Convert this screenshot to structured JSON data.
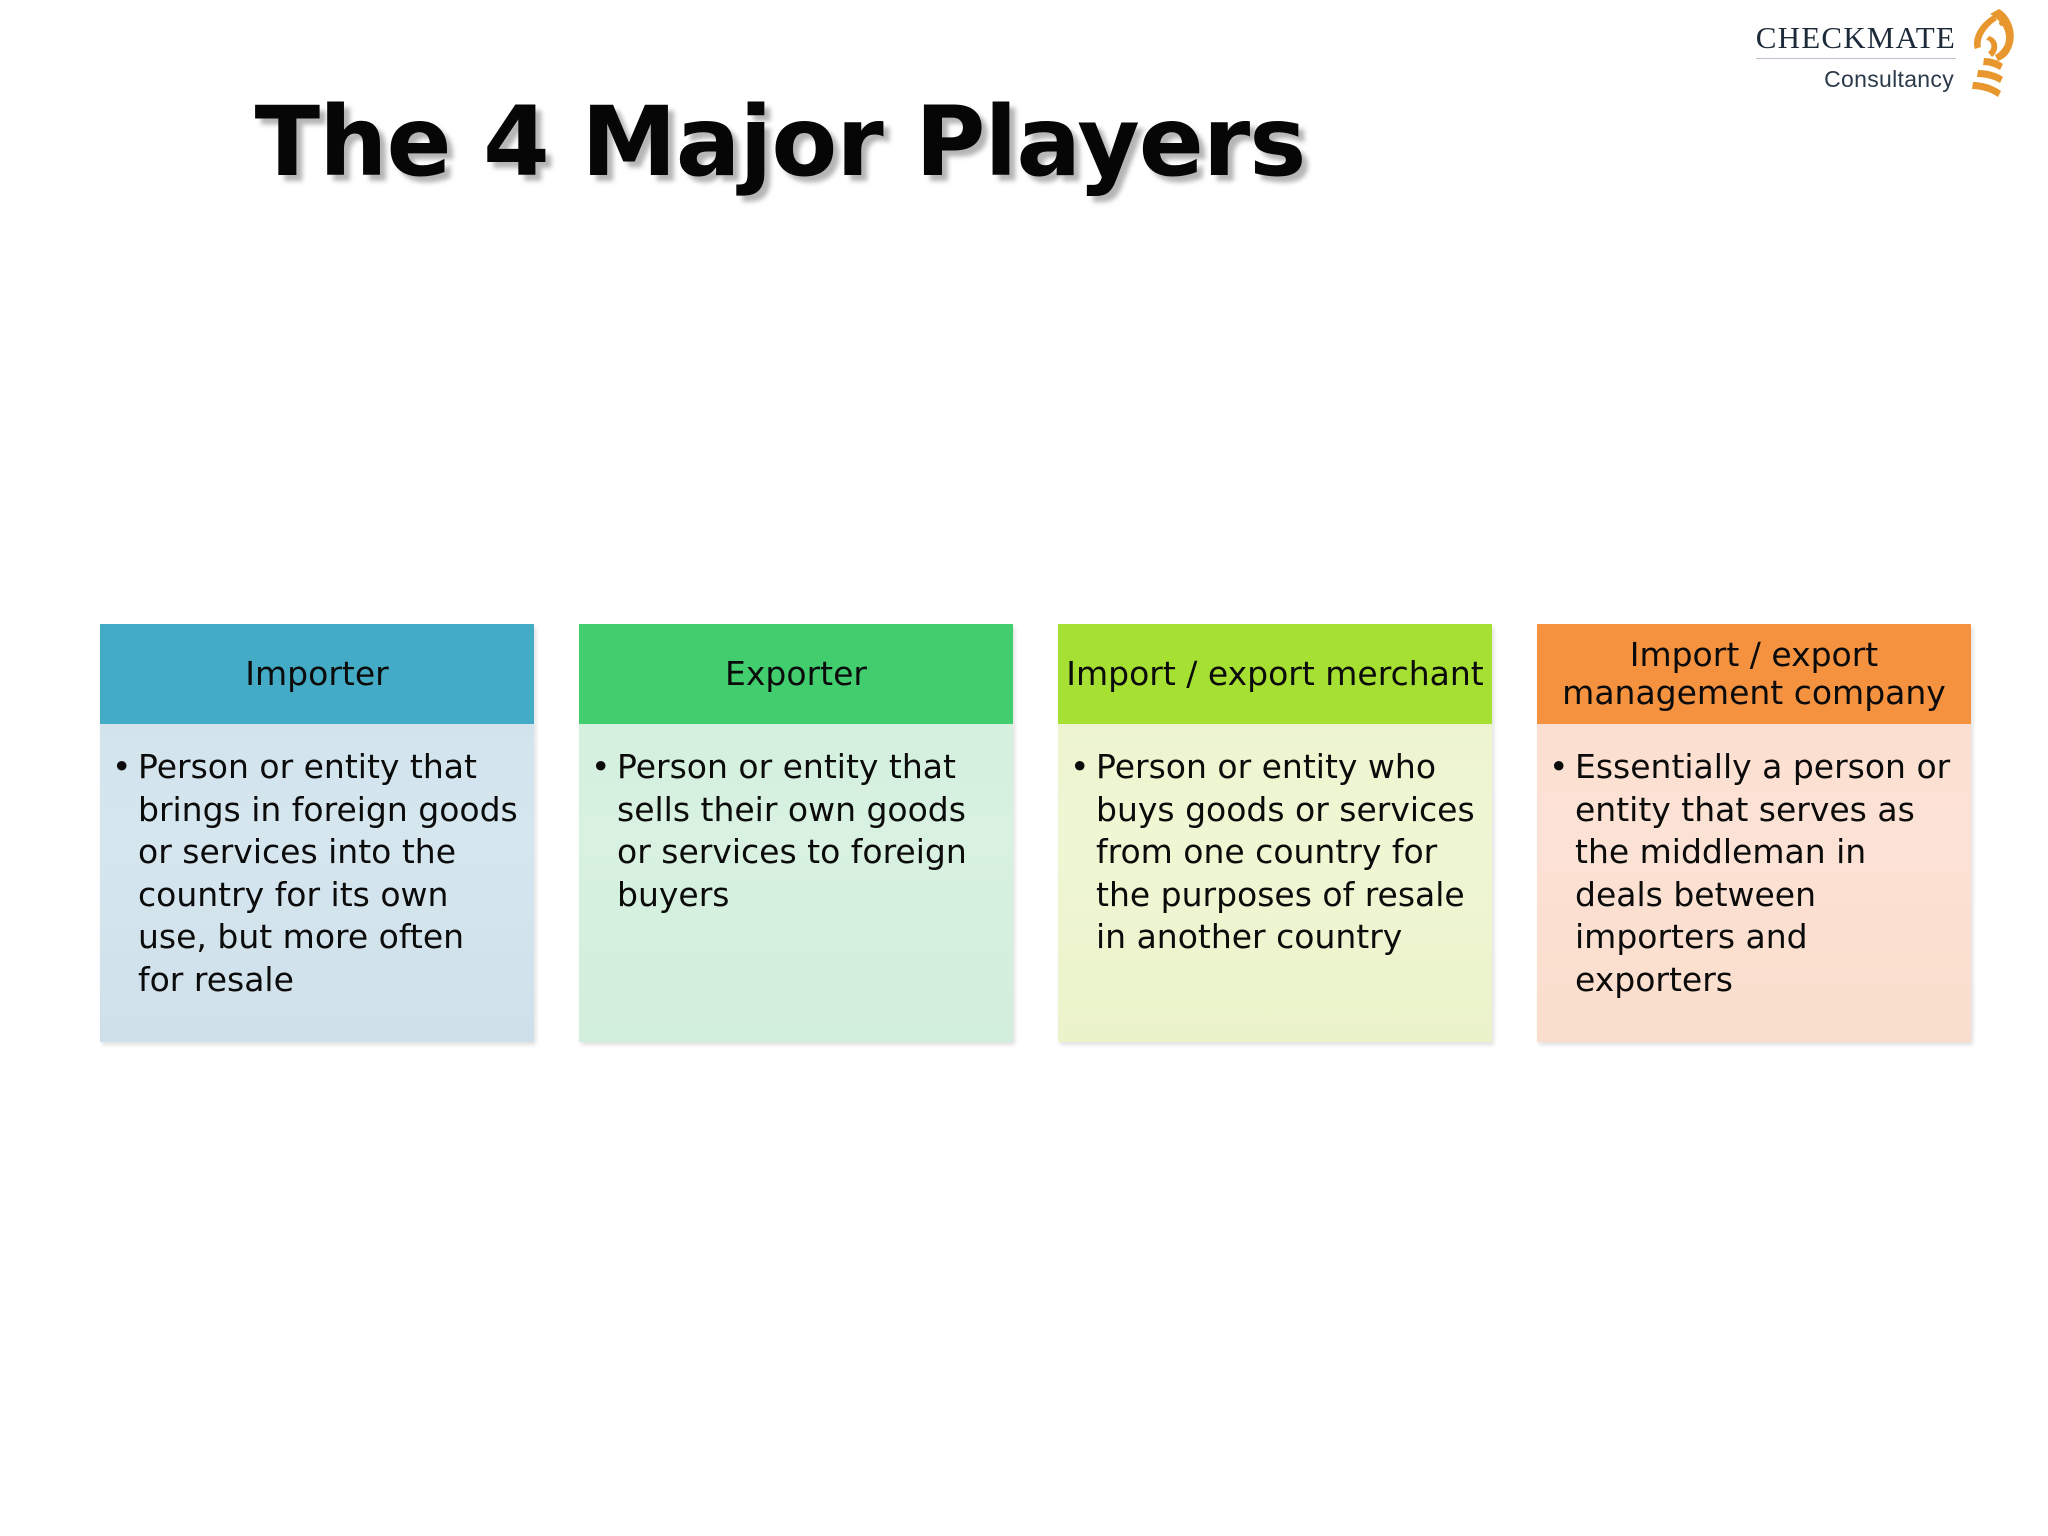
{
  "slide": {
    "title": "The 4 Major Players",
    "background_color": "#ffffff"
  },
  "logo": {
    "word": "CHECKMATE",
    "sub": "Consultancy",
    "mark": "chess-knight-icon",
    "mark_color": "#E8962E"
  },
  "cards": [
    {
      "title": "Importer",
      "bullet": "Person or entity that brings in foreign goods or services into the country for its own use, but more often for resale",
      "bullet_marker": "•",
      "header_color": "#44abc6",
      "body_color": "#d4e4ed"
    },
    {
      "title": "Exporter",
      "bullet": "Person or entity that sells their own goods or services to foreign buyers",
      "bullet_marker": "•",
      "header_color": "#42ce6f",
      "body_color": "#d6f0df"
    },
    {
      "title": "Import / export merchant",
      "bullet": "Person or entity who buys goods or services from one country for the purposes of resale in another country",
      "bullet_marker": "•",
      "header_color": "#a5e032",
      "body_color": "#eef5d1"
    },
    {
      "title": "Import / export management company",
      "bullet": "Essentially a person or entity that serves as the middleman in deals between importers and exporters",
      "bullet_marker": "•",
      "header_color": "#f59240",
      "body_color": "#fbe1d3"
    }
  ]
}
